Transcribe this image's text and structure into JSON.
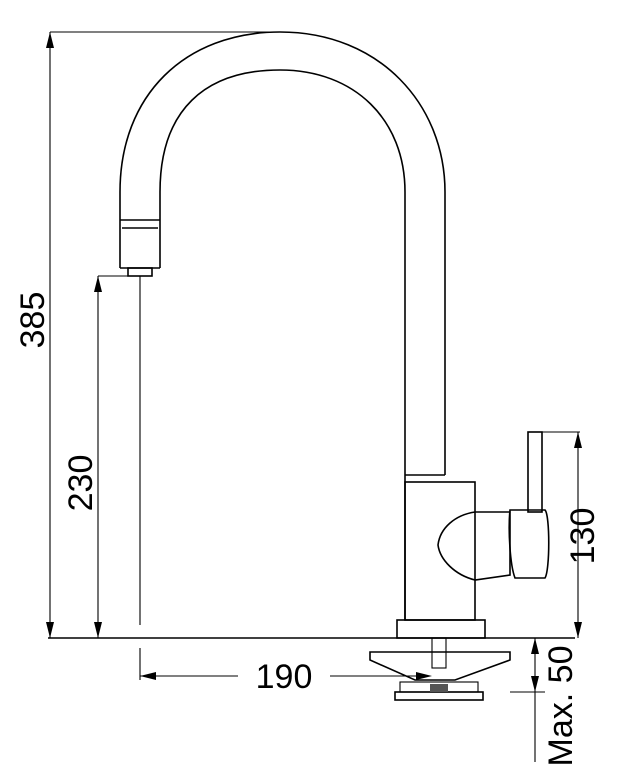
{
  "drawing": {
    "title": "",
    "units": "",
    "dimensions": {
      "total_height": "385",
      "spout_height": "230",
      "reach": "190",
      "lever_height": "130",
      "max_thickness": "Max. 50"
    }
  }
}
